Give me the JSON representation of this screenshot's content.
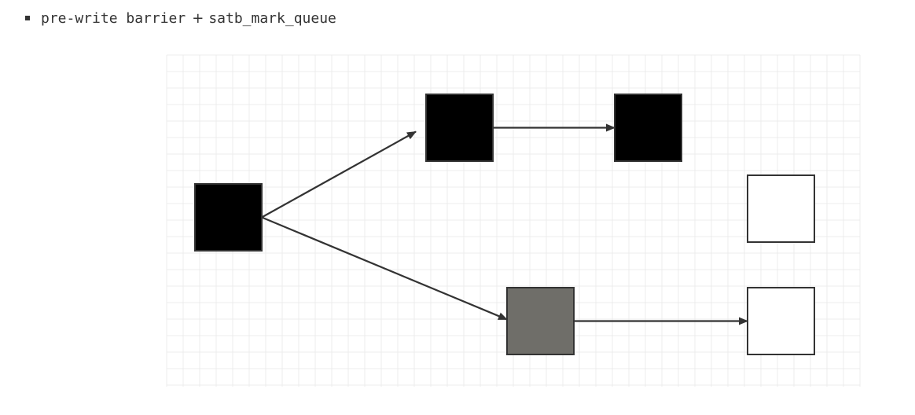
{
  "heading": {
    "bullet_icon": "square-bullet-icon",
    "term_a": "pre-write barrier",
    "separator": "+",
    "term_b": "satb_mark_queue"
  },
  "diagram": {
    "grid": true,
    "nodes": [
      {
        "id": "root",
        "fill": "#000000"
      },
      {
        "id": "upper-middle",
        "fill": "#000000"
      },
      {
        "id": "upper-right",
        "fill": "#000000"
      },
      {
        "id": "lower-middle",
        "fill": "#6f6e69"
      },
      {
        "id": "right-top-white",
        "fill": "#ffffff"
      },
      {
        "id": "lower-right",
        "fill": "#ffffff"
      }
    ],
    "edges": [
      {
        "from": "root",
        "to": "upper-middle"
      },
      {
        "from": "upper-middle",
        "to": "upper-right"
      },
      {
        "from": "root",
        "to": "lower-middle"
      },
      {
        "from": "lower-middle",
        "to": "lower-right"
      }
    ],
    "colors": {
      "stroke": "#333333",
      "grid": "#ececec"
    }
  }
}
